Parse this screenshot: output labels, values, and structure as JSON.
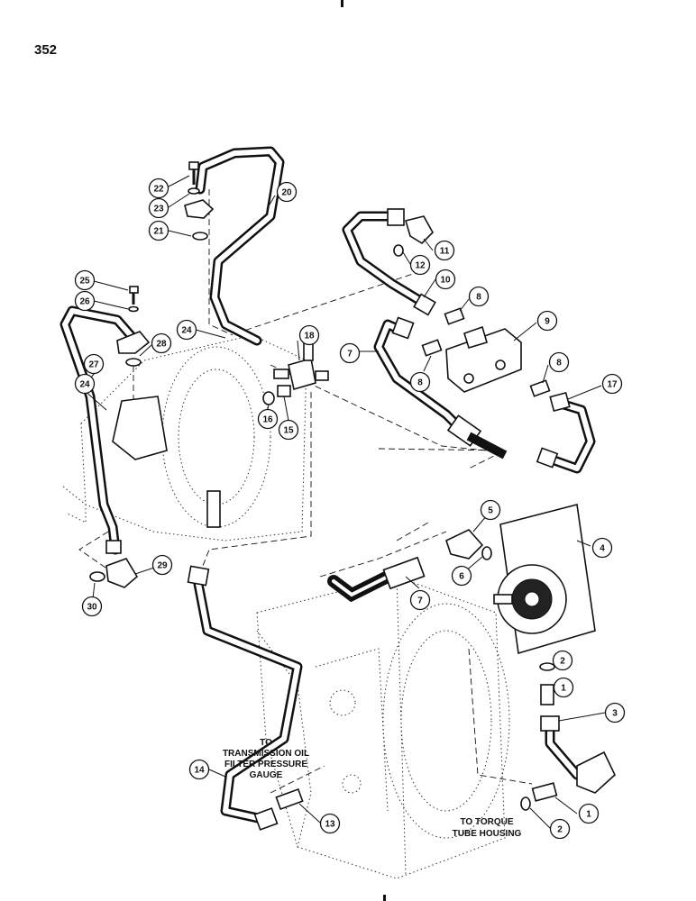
{
  "page_number": "352",
  "notes": {
    "gauge": [
      "TO",
      "TRANSMISSION OIL",
      "FILTER PRESSURE",
      "GAUGE"
    ],
    "torque": [
      "TO TORQUE",
      "TUBE HOUSING"
    ]
  },
  "callouts": [
    {
      "label": "22"
    },
    {
      "label": "23"
    },
    {
      "label": "21"
    },
    {
      "label": "20"
    },
    {
      "label": "25"
    },
    {
      "label": "26"
    },
    {
      "label": "24"
    },
    {
      "label": "28"
    },
    {
      "label": "27"
    },
    {
      "label": "24"
    },
    {
      "label": "18"
    },
    {
      "label": "16"
    },
    {
      "label": "15"
    },
    {
      "label": "11"
    },
    {
      "label": "12"
    },
    {
      "label": "10"
    },
    {
      "label": "8"
    },
    {
      "label": "9"
    },
    {
      "label": "7"
    },
    {
      "label": "8"
    },
    {
      "label": "8"
    },
    {
      "label": "17"
    },
    {
      "label": "5"
    },
    {
      "label": "4"
    },
    {
      "label": "6"
    },
    {
      "label": "7"
    },
    {
      "label": "29"
    },
    {
      "label": "30"
    },
    {
      "label": "2"
    },
    {
      "label": "1"
    },
    {
      "label": "3"
    },
    {
      "label": "14"
    },
    {
      "label": "13"
    },
    {
      "label": "1"
    },
    {
      "label": "2"
    }
  ]
}
